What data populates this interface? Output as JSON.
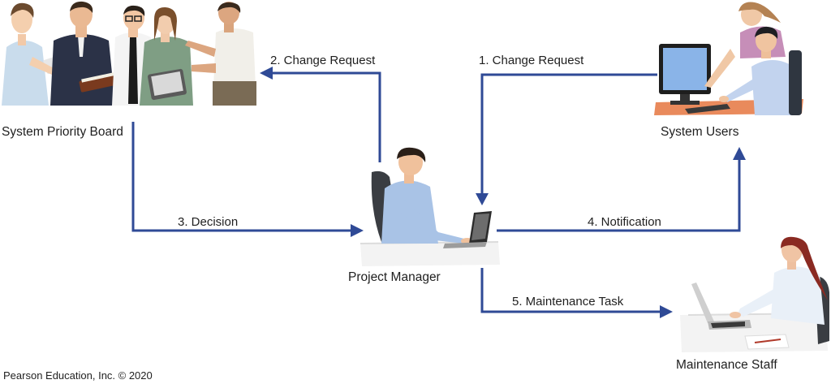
{
  "nodes": {
    "board": "System Priority Board",
    "users": "System Users",
    "manager": "Project Manager",
    "staff": "Maintenance Staff"
  },
  "edges": {
    "e1": "1. Change Request",
    "e2": "2. Change Request",
    "e3": "3. Decision",
    "e4": "4. Notification",
    "e5": "5. Maintenance Task"
  },
  "colors": {
    "arrow": "#2f4a96",
    "shirt_blue": "#a9c3e6",
    "screen": "#8ab4e8",
    "desk": "#e98a5c"
  },
  "copyright": "Pearson Education, Inc. © 2020"
}
